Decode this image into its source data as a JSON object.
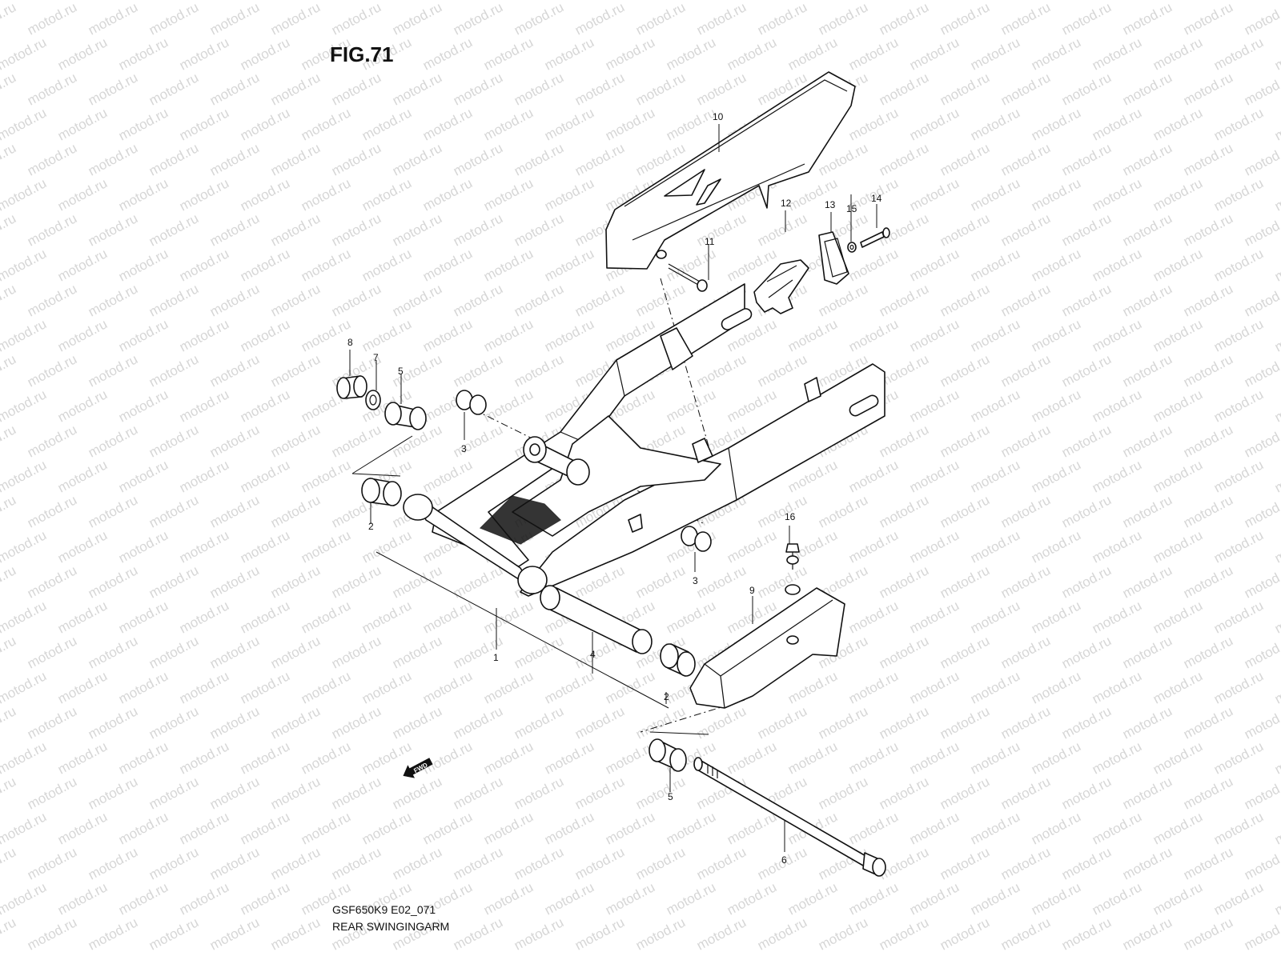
{
  "figure": {
    "title": "FIG.71"
  },
  "watermark": {
    "text": "motod.ru"
  },
  "footer": {
    "model_code": "GSF650K9 E02_071",
    "caption": "REAR SWINGINGARM"
  },
  "direction_badge": {
    "label": "FWD"
  },
  "callouts": [
    {
      "id": "1",
      "label": "1"
    },
    {
      "id": "2a",
      "label": "2"
    },
    {
      "id": "2b",
      "label": "2"
    },
    {
      "id": "3a",
      "label": "3"
    },
    {
      "id": "3b",
      "label": "3"
    },
    {
      "id": "4",
      "label": "4"
    },
    {
      "id": "5a",
      "label": "5"
    },
    {
      "id": "5b",
      "label": "5"
    },
    {
      "id": "6",
      "label": "6"
    },
    {
      "id": "7",
      "label": "7"
    },
    {
      "id": "8",
      "label": "8"
    },
    {
      "id": "9",
      "label": "9"
    },
    {
      "id": "10",
      "label": "10"
    },
    {
      "id": "11",
      "label": "11"
    },
    {
      "id": "12",
      "label": "12"
    },
    {
      "id": "13",
      "label": "13"
    },
    {
      "id": "14",
      "label": "14"
    },
    {
      "id": "15",
      "label": "15"
    },
    {
      "id": "16",
      "label": "16"
    }
  ]
}
